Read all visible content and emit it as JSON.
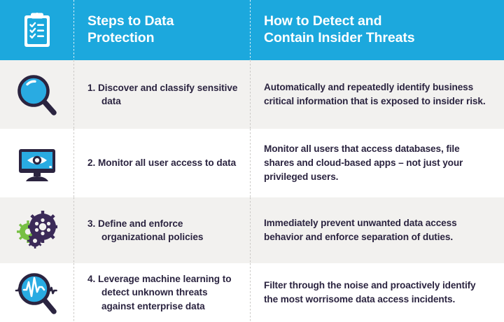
{
  "header": {
    "icon": "clipboard-checklist-icon",
    "col_steps_title": "Steps to Data Protection",
    "col_steps_title_line1": "Steps to Data",
    "col_steps_title_line2": "Protection",
    "col_detect_title": "How to Detect and Contain Insider Threats",
    "col_detect_title_line1": "How to Detect and",
    "col_detect_title_line2": "Contain Insider Threats",
    "background_color": "#1CA8DD",
    "text_color": "#FFFFFF"
  },
  "colors": {
    "accent_cyan": "#1CA8DD",
    "lens_blue": "#29ABE2",
    "dark_navy": "#2b2440",
    "gear_green": "#77C043",
    "row_shade": "#f2f1ef",
    "row_white": "#ffffff",
    "divider": "#c9c7c4"
  },
  "rows": [
    {
      "icon": "magnifying-glass-icon",
      "number": "1.",
      "step": "Discover and classify sensitive data",
      "step_display": "1. Discover and classify sensitive data",
      "description": "Automatically and repeatedly identify business critical information that is exposed to insider risk.",
      "background": "#f2f1ef"
    },
    {
      "icon": "monitor-eye-icon",
      "number": "2.",
      "step": "Monitor all user access to data",
      "step_display": "2. Monitor all user access to data",
      "description": "Monitor all users that access databases, file shares and cloud-based apps – not just your privileged users.",
      "background": "#ffffff"
    },
    {
      "icon": "gears-icon",
      "number": "3.",
      "step": "Define and enforce organizational policies",
      "step_display": "3. Define and enforce organizational policies",
      "description": "Immediately prevent unwanted data access behavior and enforce separation of duties.",
      "background": "#f2f1ef"
    },
    {
      "icon": "magnifier-pulse-icon",
      "number": "4.",
      "step": "Leverage machine learning to detect unknown threats against enterprise data",
      "step_display": "4. Leverage machine learning to detect unknown threats against enterprise data",
      "description": "Filter through the noise and proactively identify the most worrisome data access incidents.",
      "background": "#ffffff"
    }
  ]
}
